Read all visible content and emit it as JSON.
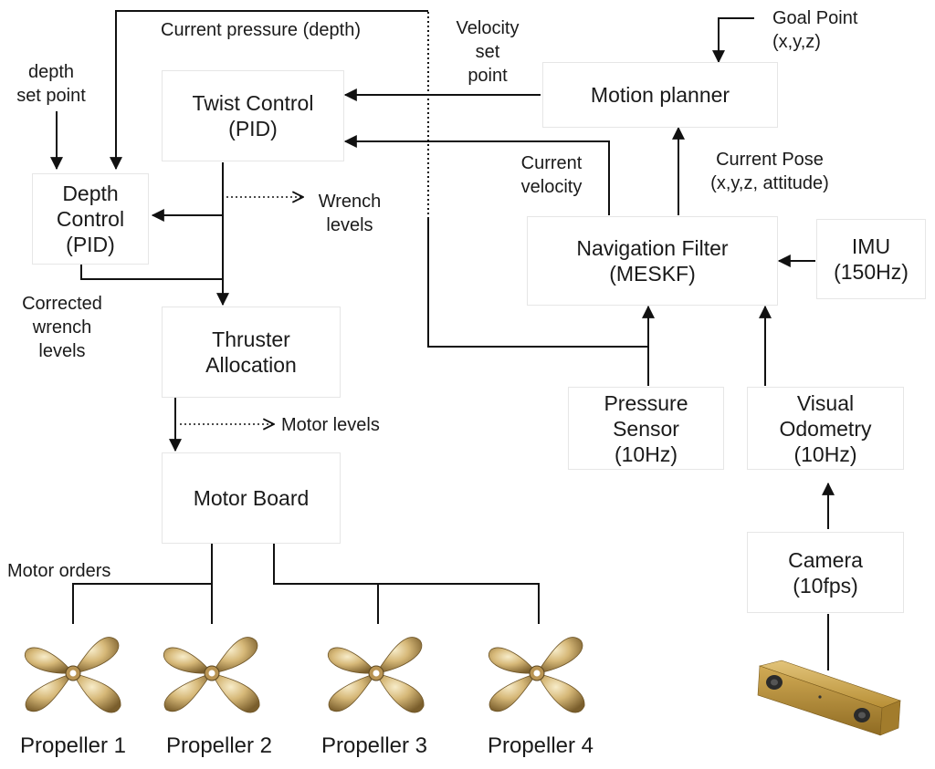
{
  "blocks": {
    "twist_control": {
      "line1": "Twist Control",
      "line2": "(PID)"
    },
    "depth_control": {
      "line1": "Depth",
      "line2": "Control",
      "line3": "(PID)"
    },
    "thruster_allocation": {
      "line1": "Thruster",
      "line2": "Allocation"
    },
    "motor_board": {
      "line1": "Motor Board"
    },
    "motion_planner": {
      "line1": "Motion planner"
    },
    "navigation_filter": {
      "line1": "Navigation Filter",
      "line2": "(MESKF)"
    },
    "imu": {
      "line1": "IMU",
      "line2": "(150Hz)"
    },
    "pressure_sensor": {
      "line1": "Pressure",
      "line2": "Sensor",
      "line3": "(10Hz)"
    },
    "visual_odometry": {
      "line1": "Visual",
      "line2": "Odometry",
      "line3": "(10Hz)"
    },
    "camera": {
      "line1": "Camera",
      "line2": "(10fps)"
    }
  },
  "labels": {
    "current_pressure": "Current pressure (depth)",
    "depth_set_point": {
      "line1": "depth",
      "line2": "set point"
    },
    "velocity_set_point": {
      "line1": "Velocity",
      "line2": "set",
      "line3": "point"
    },
    "goal_point": {
      "line1": "Goal Point",
      "line2": "(x,y,z)"
    },
    "current_velocity": {
      "line1": "Current",
      "line2": "velocity"
    },
    "current_pose": {
      "line1": "Current Pose",
      "line2": "(x,y,z, attitude)"
    },
    "wrench_levels": {
      "line1": "Wrench",
      "line2": "levels"
    },
    "corrected_wrench_levels": {
      "line1": "Corrected",
      "line2": "wrench",
      "line3": "levels"
    },
    "motor_levels": "Motor levels",
    "motor_orders": "Motor orders"
  },
  "propellers": [
    "Propeller 1",
    "Propeller 2",
    "Propeller 3",
    "Propeller 4"
  ],
  "colors": {
    "line": "#111111",
    "box_border": "#e6e6e6",
    "bronze_light": "#f3e3b4",
    "bronze_mid": "#cba86a",
    "bronze_dark": "#6f5628",
    "camera_body": "#c9a24a"
  }
}
